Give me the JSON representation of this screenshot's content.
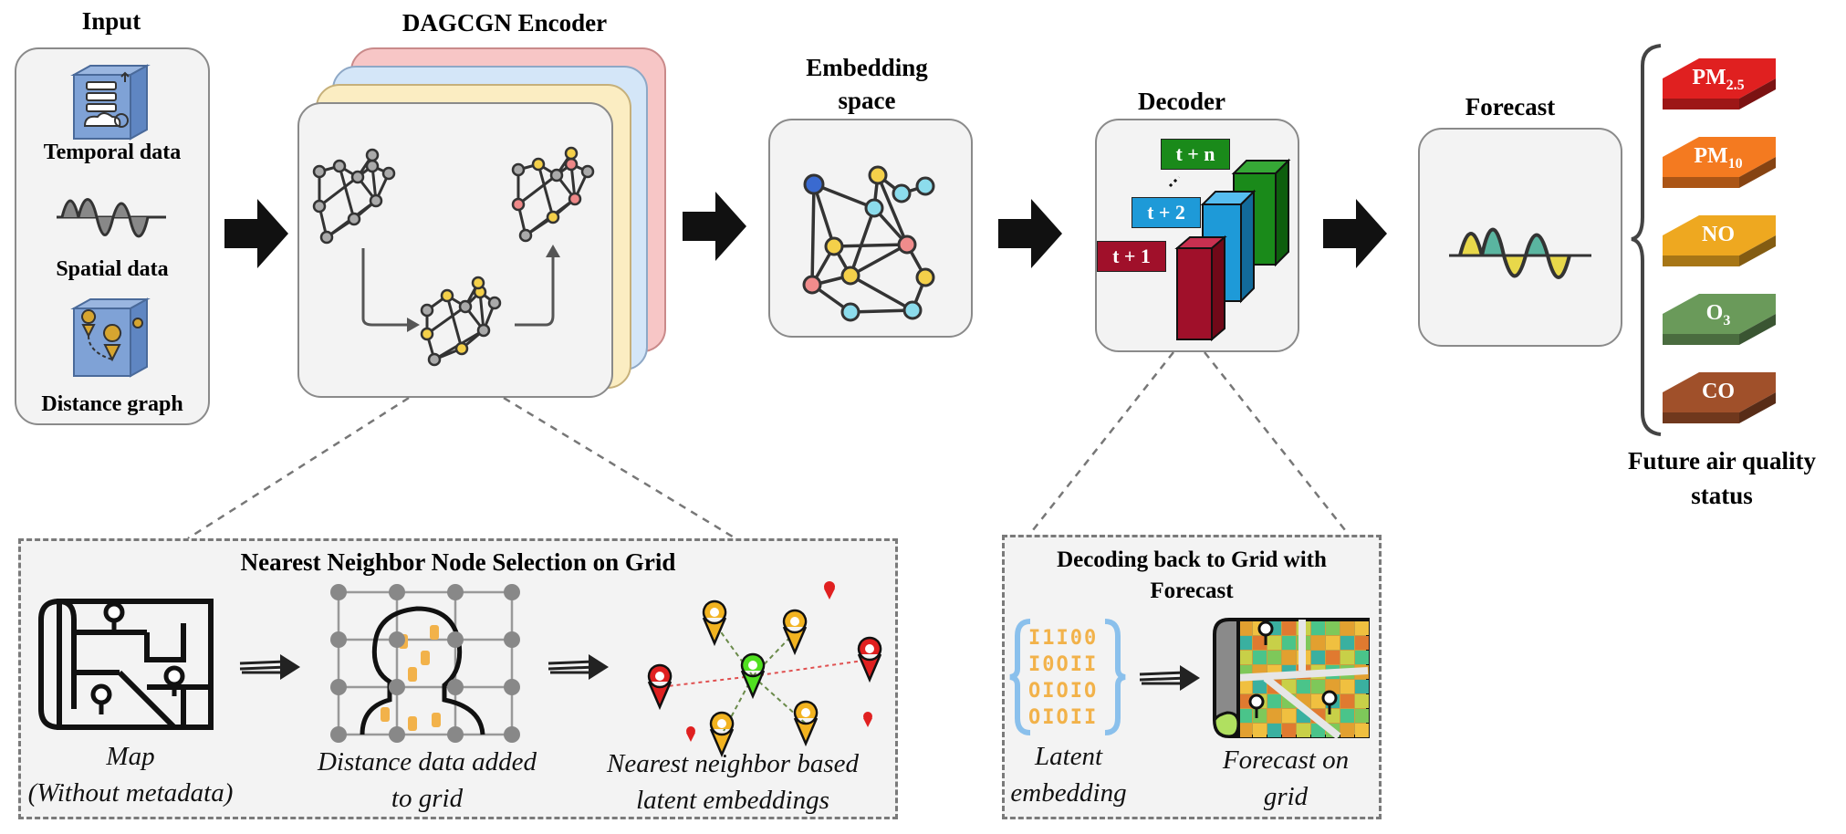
{
  "input": {
    "title": "Input",
    "temporal_label": "Temporal data",
    "spatial_label": "Spatial data",
    "distance_label": "Distance graph"
  },
  "encoder": {
    "title": "DAGCGN Encoder"
  },
  "embedding": {
    "title_line1": "Embedding",
    "title_line2": "space"
  },
  "decoder": {
    "title": "Decoder",
    "seq": [
      "t + n",
      "t + 2",
      "t + 1"
    ],
    "colors": {
      "t1": "#a0102a",
      "t2": "#1e9ad8",
      "tn": "#1a8a1a"
    }
  },
  "forecast": {
    "title": "Forecast"
  },
  "pollutants": {
    "items": [
      {
        "name": "PM",
        "sub": "2.5",
        "color": "#e02020"
      },
      {
        "name": "PM",
        "sub": "10",
        "color": "#f47a20"
      },
      {
        "name": "NO",
        "sub": "",
        "color": "#eea820"
      },
      {
        "name": "O",
        "sub": "3",
        "color": "#6a9a5a"
      },
      {
        "name": "CO",
        "sub": "",
        "color": "#a0502a"
      }
    ],
    "caption_line1": "Future air quality",
    "caption_line2": "status"
  },
  "nn_panel": {
    "title": "Nearest Neighbor Node Selection on Grid",
    "map_caption_line1": "Map",
    "map_caption_line2": "(Without metadata)",
    "grid_caption_line1": "Distance data added",
    "grid_caption_line2": "to grid",
    "nn_caption_line1": "Nearest neighbor based",
    "nn_caption_line2": "latent embeddings"
  },
  "decode_panel": {
    "title_line1": "Decoding back to Grid with",
    "title_line2": "Forecast",
    "binary": [
      "I1I00",
      "I0OII",
      "OIOIO",
      "OIOII"
    ],
    "latent_caption_line1": "Latent",
    "latent_caption_line2": "embedding",
    "forecast_caption_line1": "Forecast on",
    "forecast_caption_line2": "grid"
  }
}
